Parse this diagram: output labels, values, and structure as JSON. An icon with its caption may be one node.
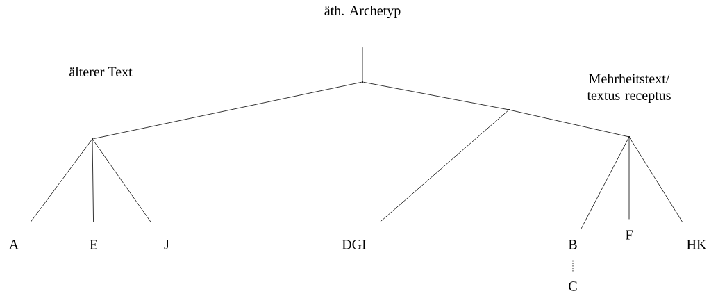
{
  "diagram": {
    "nodes": [
      {
        "text": [
          "äth. Archetyp"
        ]
      },
      {
        "text": [],
        "shape": "dot"
      },
      {
        "text": [],
        "shape": "dot"
      },
      {
        "text": [],
        "shape": "dot"
      },
      {
        "text": [],
        "shape": "dot",
        "beside": [
          "Mehrheitstext/ textus receptus"
        ]
      },
      {
        "text": [
          "A"
        ]
      },
      {
        "text": [
          "E"
        ]
      },
      {
        "text": [
          "J"
        ]
      },
      {
        "text": [
          "DGI"
        ]
      },
      {
        "text": [
          "B"
        ]
      },
      {
        "text": [
          "F"
        ]
      },
      {
        "text": [
          "HK"
        ]
      },
      {
        "text": [
          "C"
        ]
      }
    ],
    "edges": [
      {
        "from": 0,
        "to": 1,
        "arrow": "none"
      },
      {
        "from": 1,
        "to": 2,
        "arrow": "none"
      },
      {
        "from": 1,
        "to": 3,
        "arrow": "none"
      },
      {
        "from": 3,
        "to": 4,
        "arrow": "none"
      },
      {
        "from": 3,
        "to": 8,
        "arrow": "none"
      },
      {
        "from": 2,
        "to": 5,
        "arrow": "none"
      },
      {
        "from": 2,
        "to": 6,
        "arrow": "none"
      },
      {
        "from": 2,
        "to": 7,
        "arrow": "none"
      },
      {
        "from": 4,
        "to": 9,
        "arrow": "none"
      },
      {
        "from": 4,
        "to": 10,
        "arrow": "none"
      },
      {
        "from": 4,
        "to": 11,
        "arrow": "none"
      },
      {
        "from": 9,
        "to": 12,
        "arrow": "none",
        "style": "dashed"
      }
    ],
    "labels": [
      "älterer Text"
    ]
  }
}
